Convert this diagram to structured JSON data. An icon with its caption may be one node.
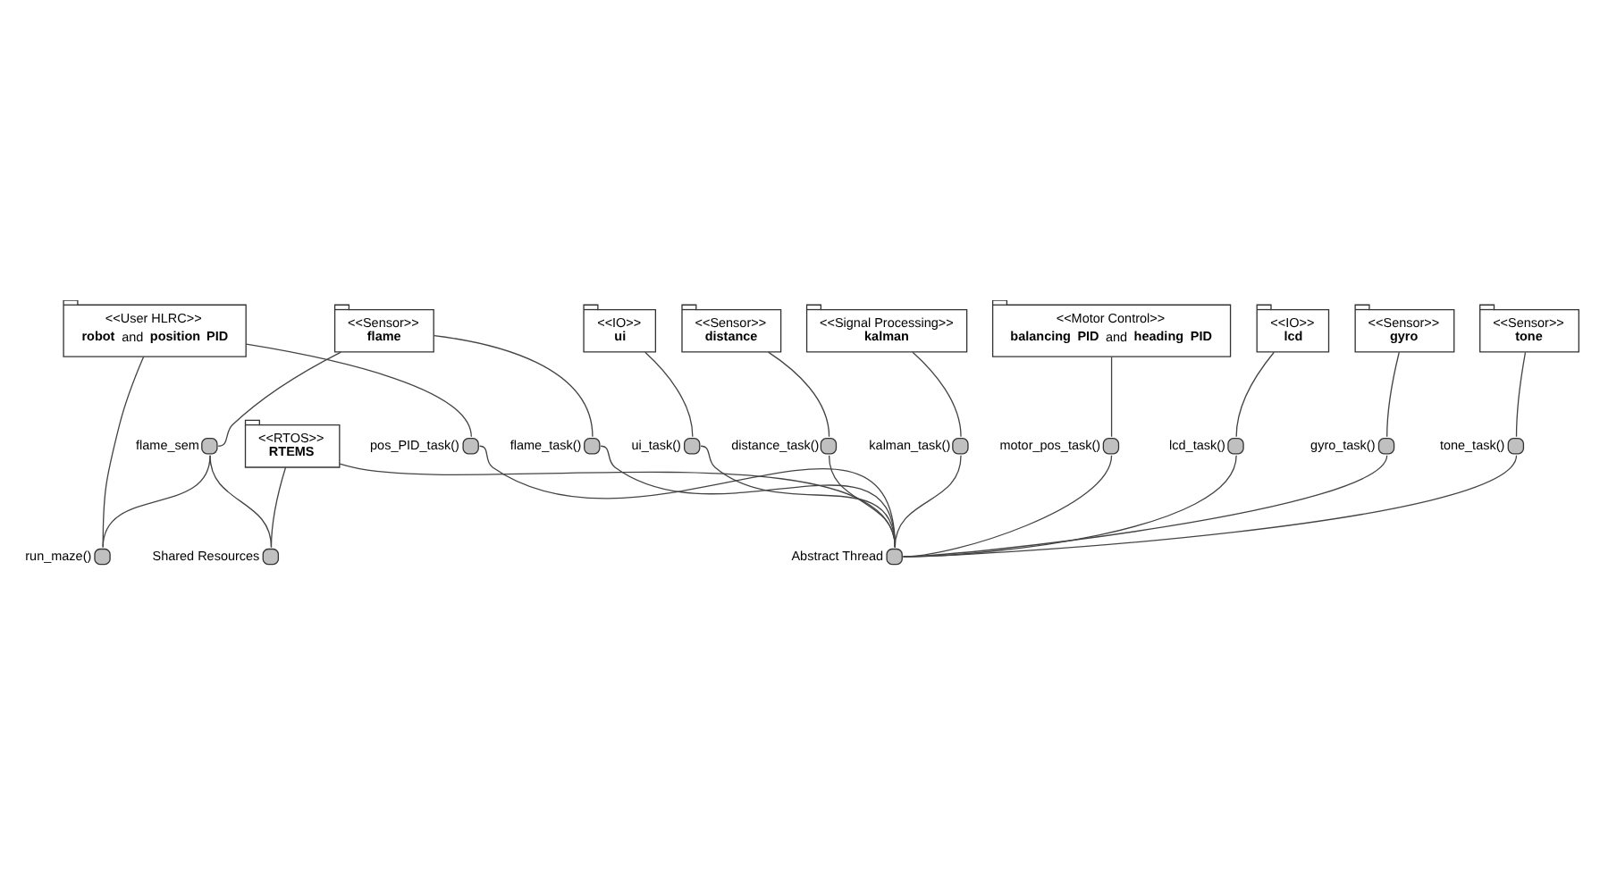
{
  "diagram": {
    "nodes": [
      {
        "text": [
          "<<Sensor>>",
          "flame"
        ]
      },
      {
        "text": [],
        "shape": "circle",
        "beside": [
          "flame_sem"
        ]
      },
      {
        "text": [
          "<<User HLRC>>",
          "**robot** and **position PID**"
        ]
      },
      {
        "text": [],
        "shape": "circle",
        "beside": [
          "run_maze()"
        ]
      },
      {
        "text": [],
        "shape": "circle",
        "beside": [
          "flame_task()"
        ]
      },
      {
        "text": [],
        "shape": "circle",
        "beside": [
          "pos_PID_task()"
        ]
      },
      {
        "text": [
          "<<RTOS>>",
          "RTEMS"
        ]
      },
      {
        "text": [],
        "shape": "circle",
        "beside": [
          "Shared Resources"
        ]
      },
      {
        "text": [],
        "shape": "circle",
        "beside": [
          "Abstract Thread"
        ]
      },
      {
        "text": [
          "<<IO>>",
          "lcd"
        ]
      },
      {
        "text": [],
        "shape": "circle",
        "beside": [
          "lcd_task()"
        ]
      },
      {
        "text": [
          "<<Sensor>>",
          "gyro"
        ]
      },
      {
        "text": [],
        "shape": "circle",
        "beside": [
          "gyro_task()"
        ]
      },
      {
        "text": [
          "<<Sensor>>",
          "tone"
        ]
      },
      {
        "text": [],
        "shape": "circle",
        "beside": [
          "tone_task()"
        ]
      },
      {
        "text": [
          "<<IO>>",
          "ui"
        ]
      },
      {
        "text": [],
        "shape": "circle",
        "beside": [
          "ui_task()"
        ]
      },
      {
        "text": [
          "<<Sensor>>",
          "distance"
        ]
      },
      {
        "text": [],
        "shape": "circle",
        "beside": [
          "distance_task()"
        ]
      },
      {
        "text": [
          "<<Signal Processing>>",
          "kalman"
        ]
      },
      {
        "text": [],
        "shape": "circle",
        "beside": [
          "kalman_task()"
        ]
      },
      {
        "text": [
          "<<Motor Control>>",
          "**balancing PID** and **heading PID**"
        ]
      },
      {
        "text": [],
        "shape": "circle",
        "beside": [
          "motor_pos_task()"
        ]
      }
    ],
    "edges": [
      {
        "from": 0,
        "to": 1,
        "arrow": "none"
      },
      {
        "from": 1,
        "to": 3,
        "arrow": "none"
      },
      {
        "from": 2,
        "to": 3,
        "arrow": "none"
      },
      {
        "from": 1,
        "to": 7,
        "arrow": "none"
      },
      {
        "from": 6,
        "to": 7,
        "arrow": "none"
      },
      {
        "from": 0,
        "to": 4,
        "arrow": "none"
      },
      {
        "from": 2,
        "to": 5,
        "arrow": "none"
      },
      {
        "from": 6,
        "to": 8,
        "arrow": "none"
      },
      {
        "from": 4,
        "to": 8,
        "arrow": "none"
      },
      {
        "from": 5,
        "to": 8,
        "arrow": "none"
      },
      {
        "from": 9,
        "to": 10,
        "arrow": "none"
      },
      {
        "from": 10,
        "to": 8,
        "arrow": "none"
      },
      {
        "from": 11,
        "to": 12,
        "arrow": "none"
      },
      {
        "from": 12,
        "to": 8,
        "arrow": "none"
      },
      {
        "from": 13,
        "to": 14,
        "arrow": "none"
      },
      {
        "from": 14,
        "to": 8,
        "arrow": "none"
      },
      {
        "from": 15,
        "to": 16,
        "arrow": "none"
      },
      {
        "from": 16,
        "to": 8,
        "arrow": "none"
      },
      {
        "from": 17,
        "to": 18,
        "arrow": "none"
      },
      {
        "from": 18,
        "to": 8,
        "arrow": "none"
      },
      {
        "from": 19,
        "to": 20,
        "arrow": "none"
      },
      {
        "from": 20,
        "to": 8,
        "arrow": "none"
      },
      {
        "from": 21,
        "to": 22,
        "arrow": "none"
      },
      {
        "from": 22,
        "to": 8,
        "arrow": "none"
      }
    ]
  }
}
